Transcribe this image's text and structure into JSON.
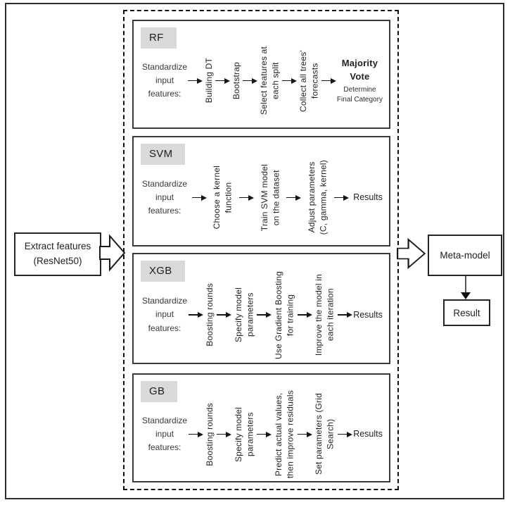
{
  "input": {
    "extract_label": "Extract features\n(ResNet50)"
  },
  "output": {
    "meta_label": "Meta-model",
    "result_label": "Result"
  },
  "panels": [
    {
      "label": "RF",
      "intro": "Standardize\ninput\nfeatures:",
      "steps": [
        "Building DT",
        "Bootstrap",
        "Select features at\neach split",
        "Collect all trees'\nforecasts"
      ],
      "final_title": "Majority\nVote",
      "final_subtitle": "Determine\nFinal Category"
    },
    {
      "label": "SVM",
      "intro": "Standardize\ninput\nfeatures:",
      "steps": [
        "Choose a kernel\nfunction",
        "Train SVM model\non the dataset",
        "Adjust parameters\n(C, gamma, kernel)"
      ],
      "final_title": "Results"
    },
    {
      "label": "XGB",
      "intro": "Standardize\ninput\nfeatures:",
      "steps": [
        "Boosting rounds",
        "Specify model\nparameters",
        "Use Gradient Boosting\nfor training",
        "Improve the model in\neach iteration"
      ],
      "final_title": "Results"
    },
    {
      "label": "GB",
      "intro": "Standardize\ninput\nfeatures:",
      "steps": [
        "Boosting rounds",
        "Specify model\nparameters",
        "Predict actual values,\nthen improve residuals",
        "Set parameters (Grid\nSearch)"
      ],
      "final_title": "Results"
    }
  ],
  "colors": {
    "panel_label_bg": "#d9d9d9",
    "border": "#2e2e2e",
    "text": "#1f1f1f"
  }
}
